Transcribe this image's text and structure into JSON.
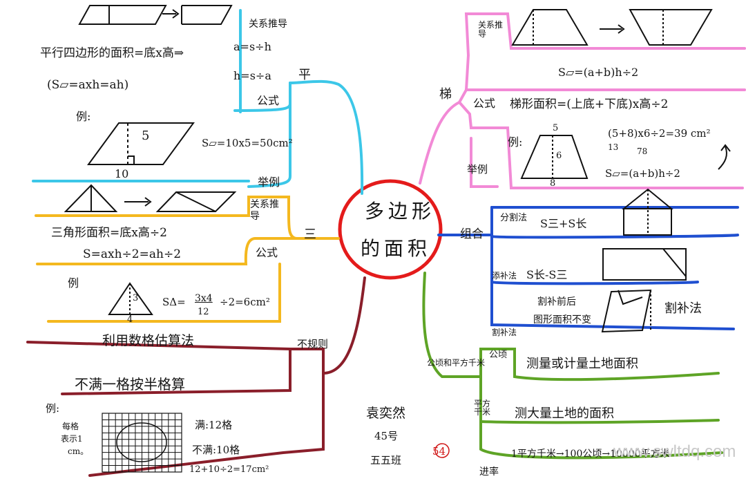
{
  "center": {
    "line1": "多边形",
    "line2": "的面积"
  },
  "parallelogram": {
    "branch": "平",
    "derive_label": "关系推导",
    "formula_label": "公式",
    "example_label": "举例",
    "area_text": "平行四边形的面积=底x高⇒",
    "eq1": "a=s÷h",
    "eq2": "h=s÷a",
    "formula": "(S▱=axh=ah)",
    "example_prefix": "例:",
    "example_base": "10",
    "example_height": "5",
    "example_calc": "S▱=10x5=50cm²"
  },
  "triangle": {
    "branch": "三",
    "derive_label": "关系推导",
    "formula_label": "公式",
    "area_text": "三角形面积=底x高÷2",
    "formula": "S=axh÷2=ah÷2",
    "example_prefix": "例",
    "example_height": "3",
    "example_base": "4",
    "example_calc": "SΔ=",
    "example_fraction_num": "3x4",
    "example_fraction_den": "12",
    "example_result": "÷2=6cm²"
  },
  "trapezoid": {
    "branch": "梯",
    "derive_label": "关系推导",
    "formula_label": "公式",
    "example_label": "举例",
    "formula_derived": "S▱=(a+b)h÷2",
    "area_text": "梯形面积=(上底+下底)x高÷2",
    "example_prefix": "例:",
    "example_top": "5",
    "example_height": "6",
    "example_bottom": "8",
    "calc_line": "(5+8)x6÷2=39 cm²",
    "calc_sub1": "13",
    "calc_sub2": "78",
    "calc_formula": "S▱=(a+b)h÷2"
  },
  "composite": {
    "branch": "组合",
    "split_label": "分割法",
    "split_formula": "S三+S长",
    "complement_label": "添补法",
    "complement_formula": "S长-S三",
    "cut_label": "割补法",
    "cut_note_1": "割补前后",
    "cut_note_2": "图形面积不变",
    "cut_title": "割补法"
  },
  "irregular": {
    "branch": "不规则",
    "method": "利用数格估算法",
    "rule": "不满一格按半格算",
    "example_prefix": "例:",
    "cell_note_1": "每格",
    "cell_note_2": "表示1",
    "cell_note_3": "cm。",
    "full": "满:12格",
    "partial": "不满:10格",
    "result": "12+10÷2=17cm²"
  },
  "units": {
    "branch": "公顷和平方千米",
    "hectare_label": "公顷",
    "hectare_text": "测量或计量土地面积",
    "sqkm_label": "平方千米",
    "sqkm_text": "测大量土地的面积",
    "rate_label": "进率",
    "rate_text": "1平方千米→100公顷→10000平方米"
  },
  "footer": {
    "name": "袁奕然",
    "number": "45号",
    "class": "五五班",
    "score": "54",
    "watermark": "www.swltdq.com"
  },
  "colors": {
    "parallelogram": "#3cc7e8",
    "triangle": "#f4b81f",
    "trapezoid": "#f28ad6",
    "composite": "#1f4fd0",
    "irregular": "#8a1e2a",
    "units": "#5ea426",
    "center_ring": "#e41b1b"
  }
}
